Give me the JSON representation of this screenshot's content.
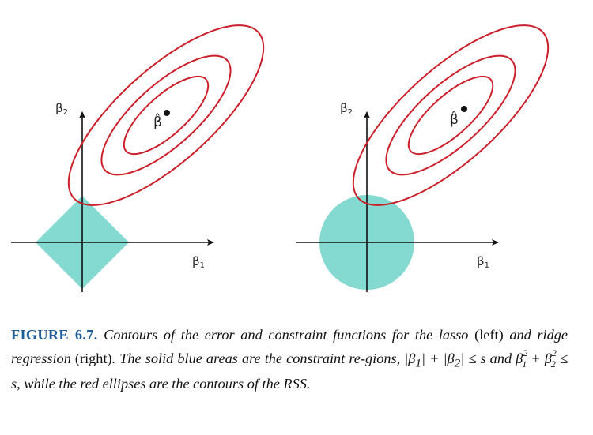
{
  "figure": {
    "colors": {
      "constraint": "#84d9d1",
      "contour": "#cc1f2a",
      "axis": "#111111"
    },
    "panels": [
      {
        "name": "lasso",
        "x_label": "β",
        "x_label_sub": "1",
        "y_label": "β",
        "y_label_sub": "2",
        "estimate_label": "β̂",
        "constraint_shape": "diamond"
      },
      {
        "name": "ridge",
        "x_label": "β",
        "x_label_sub": "1",
        "y_label": "β",
        "y_label_sub": "2",
        "estimate_label": "β̂",
        "constraint_shape": "circle"
      }
    ]
  },
  "caption": {
    "label": "FIGURE 6.7.",
    "t1": " Contours of the error and constraint functions for the lasso",
    "t2": "(left)",
    "t3": " and ridge regression ",
    "t4": "(right)",
    "t5": ". The solid blue areas are the constraint re-gions, |β",
    "t6": "1",
    "t7": "| + |β",
    "t8": "2",
    "t9": "| ≤ s and β",
    "t10": "2",
    "t11": "1",
    "t12": " + β",
    "t13": "2",
    "t14": "2",
    "t15": " ≤ s, while the red ellipses are the contours of the RSS."
  }
}
